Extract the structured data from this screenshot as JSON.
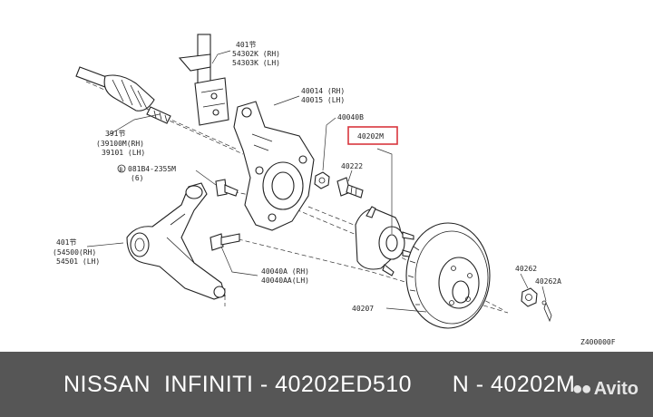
{
  "labels": {
    "strut_ref": "401节",
    "strut_rh": "54302K (RH)",
    "strut_lh": "54303K (LH)",
    "knuckle_rh": "40014 (RH)",
    "knuckle_lh": "40015 (LH)",
    "nut": "40040B",
    "hub_assembly": "40202M",
    "hub_bolt": "40222",
    "shaft_ref": "391节",
    "shaft_rh": "(39100M(RH)",
    "shaft_lh": "39101 (LH)",
    "bolt_code": "081B4-2355M",
    "bolt_qty": "(6)",
    "bolt_marker": "B",
    "arm_ref": "401节",
    "arm_rh": "(54500(RH)",
    "arm_lh": "54501 (LH)",
    "joint_rh": "40040A (RH)",
    "joint_lh": "40040AA(LH)",
    "rotor": "40207",
    "hub_nut": "40262",
    "cotter_pin": "40262A",
    "figure_code": "Z400000F"
  },
  "caption": "NISSAN  INFINITI - 40202ED510      N - 40202M",
  "watermark": "Avito",
  "colors": {
    "caption_bar": "#565656",
    "caption_text": "#ffffff",
    "highlight_box": "#d9363e"
  }
}
